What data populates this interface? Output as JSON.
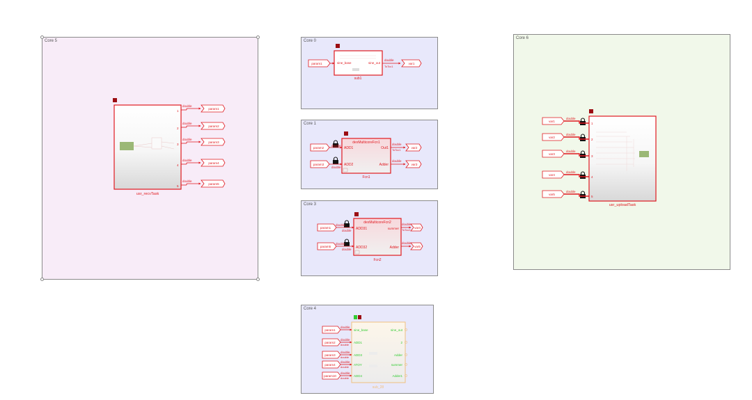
{
  "colors": {
    "core_pink": "#f8ecf8",
    "core_lavender": "#e8e8fb",
    "core_green": "#f1f8ea",
    "red": "#e0191f",
    "green": "#33cc33",
    "orange_border": "#f0c080"
  },
  "cores": {
    "c5": "Core 5",
    "c0": "Core 0",
    "c1": "Core 1",
    "c3": "Core 3",
    "c4": "Core 4",
    "c6": "Core 6"
  },
  "type_label": "double",
  "recv": {
    "name": "usr_recvTask",
    "ports": [
      "1",
      "2",
      "3",
      "4",
      "5"
    ],
    "outputs": [
      "param1",
      "param2",
      "param3",
      "param4",
      "param5"
    ]
  },
  "sub1": {
    "name": "sub1",
    "input": "param1",
    "in_port": "sine_base",
    "out_port": "sine_out",
    "out_sig": "ToTcc1",
    "output": "var1"
  },
  "fcn1": {
    "name": "Fcn1",
    "title": "dexMulticoreFcn1",
    "inputs": [
      "param2",
      "param3"
    ],
    "in_ports": [
      "ADD1",
      "ADD2"
    ],
    "out_ports": [
      "Out1",
      "Adder"
    ],
    "out_sig": "ToTcc1",
    "outputs": [
      "var2",
      "var3"
    ]
  },
  "fcn2": {
    "name": "Fcn2",
    "title": "dexMulticoreFcn2",
    "inputs": [
      "param1",
      "param5"
    ],
    "in_ports": [
      "ADD31",
      "ADD32"
    ],
    "out_ports": [
      "summer",
      "Adder"
    ],
    "out_sig": "ToTcc2",
    "outputs": [
      "var4",
      "var5"
    ]
  },
  "sub3": {
    "name": "sub_28",
    "inputs": [
      "param1",
      "param2",
      "param3",
      "param4",
      "param10"
    ],
    "in_ports": [
      "sine_base",
      "ADD1",
      "ADD3",
      "ATOY",
      "ADD4"
    ],
    "out_ports": [
      "sine_out",
      "2",
      "Adder",
      "summer",
      "Adder1"
    ]
  },
  "upload": {
    "name": "usr_uploadTask",
    "inputs": [
      "var1",
      "var2",
      "var3",
      "var4",
      "var5"
    ],
    "ports": [
      "1",
      "2",
      "3",
      "4",
      "5"
    ]
  }
}
